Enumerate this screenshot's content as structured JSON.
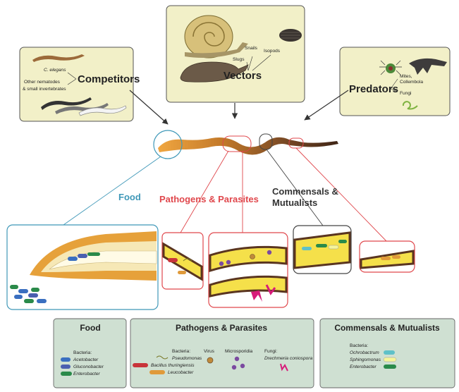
{
  "colors": {
    "food": "#3f98b8",
    "pathogen": "#e0474c",
    "commensal": "#444444",
    "panel_fill": "#f2f0c8",
    "legend_fill": "#cfe0d2",
    "worm_body": "#d48a2a",
    "worm_dark": "#5a3520"
  },
  "vectors": {
    "title": "Vectors",
    "snails": "Snails",
    "slugs": "Slugs",
    "isopods": "Isopods"
  },
  "competitors": {
    "title": "Competitors",
    "c_elegans": "C. elegans",
    "other_line1": "Other nematodes",
    "other_line2": "& small invertebrates"
  },
  "predators": {
    "title": "Predators",
    "mites": "Mites,",
    "collembola": "Collembola",
    "fungi": "Fungi"
  },
  "categories": {
    "food": "Food",
    "pathogens": "Pathogens & Parasites",
    "commensals_line1": "Commensals &",
    "commensals_line2": "Mutualists"
  },
  "legend": {
    "food": {
      "title": "Food",
      "bacteria_label": "Bacteria:",
      "items": [
        "Acetobacter",
        "Gluconobacter",
        "Enterobacter"
      ]
    },
    "pathogens": {
      "title": "Pathogens & Parasites",
      "bacteria_label": "Bacteria:",
      "bacteria": [
        "Pseudomonas",
        "Bacillus thuringiensis",
        "Leucobacter"
      ],
      "virus": "Virus",
      "microsporidia": "Microsporidia",
      "fungi_label": "Fungi:",
      "fungi": "Drechmeria coniospora"
    },
    "commensals": {
      "title": "Commensals & Mutualists",
      "bacteria_label": "Bacteria:",
      "items": [
        "Ochrobactrum",
        "Sphingomonas",
        "Enterobacter"
      ]
    }
  }
}
